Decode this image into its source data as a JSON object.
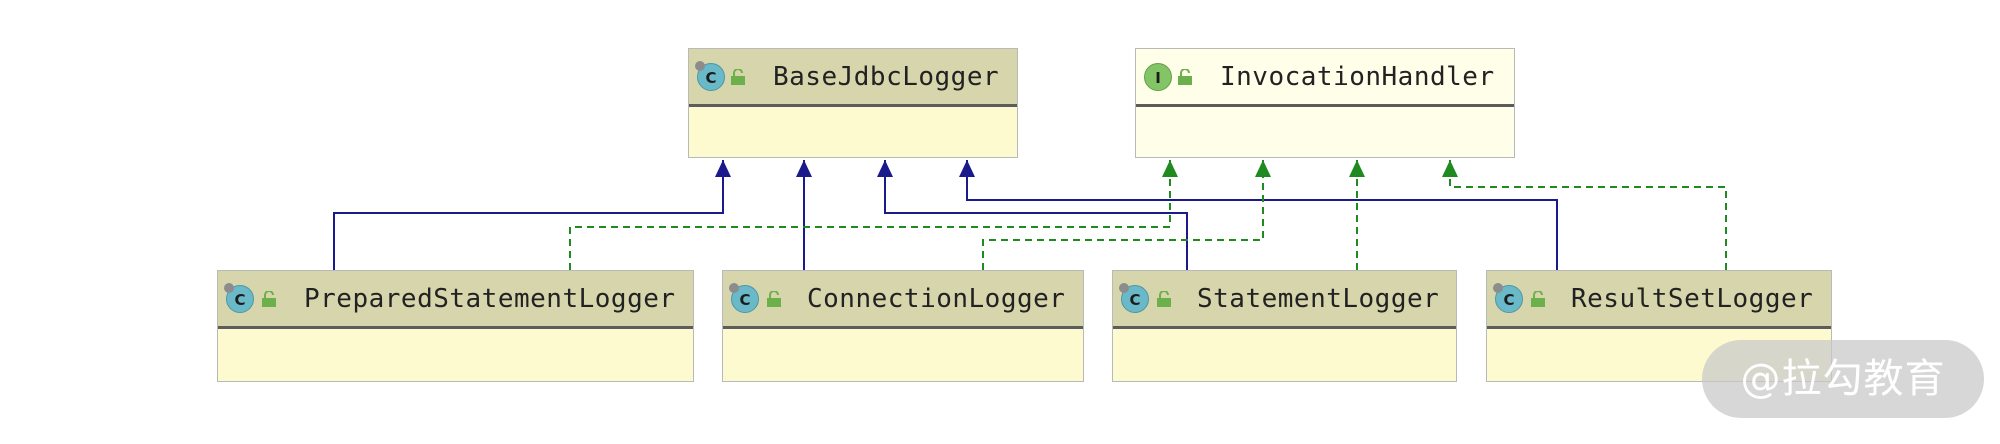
{
  "diagram": {
    "nodes": [
      {
        "id": "base",
        "name": "BaseJdbcLogger",
        "kind": "class",
        "badge": "C",
        "abstract": true
      },
      {
        "id": "handler",
        "name": "InvocationHandler",
        "kind": "interface",
        "badge": "I",
        "abstract": false
      },
      {
        "id": "prepared",
        "name": "PreparedStatementLogger",
        "kind": "class",
        "badge": "C",
        "abstract": true
      },
      {
        "id": "connection",
        "name": "ConnectionLogger",
        "kind": "class",
        "badge": "C",
        "abstract": true
      },
      {
        "id": "statement",
        "name": "StatementLogger",
        "kind": "class",
        "badge": "C",
        "abstract": true
      },
      {
        "id": "resultset",
        "name": "ResultSetLogger",
        "kind": "class",
        "badge": "C",
        "abstract": true
      }
    ],
    "edges": [
      {
        "from": "prepared",
        "to": "base",
        "type": "extends"
      },
      {
        "from": "connection",
        "to": "base",
        "type": "extends"
      },
      {
        "from": "statement",
        "to": "base",
        "type": "extends"
      },
      {
        "from": "resultset",
        "to": "base",
        "type": "extends"
      },
      {
        "from": "prepared",
        "to": "handler",
        "type": "implements"
      },
      {
        "from": "connection",
        "to": "handler",
        "type": "implements"
      },
      {
        "from": "statement",
        "to": "handler",
        "type": "implements"
      },
      {
        "from": "resultset",
        "to": "handler",
        "type": "implements"
      }
    ],
    "colors": {
      "extends": "#1a1a8c",
      "implements": "#1f8a1f"
    }
  },
  "watermark": "@拉勾教育"
}
